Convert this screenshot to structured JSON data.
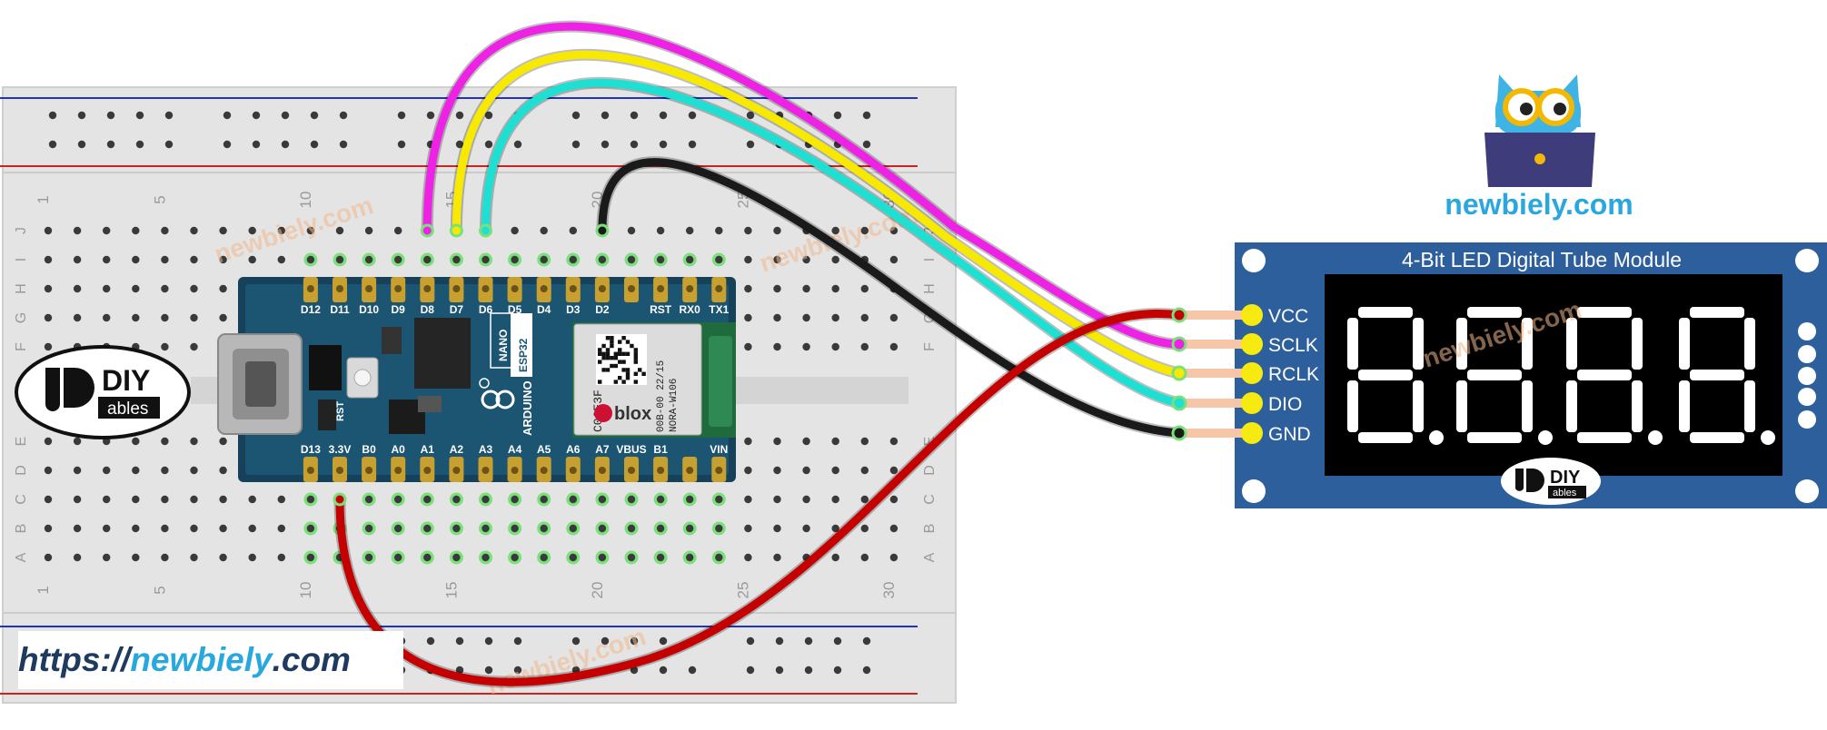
{
  "colors": {
    "wire_red": "#c40000",
    "wire_magenta": "#ee22e4",
    "wire_yellow": "#f7ea00",
    "wire_cyan": "#1ee0d2",
    "wire_black": "#1a1a1a",
    "pin_yellow": "#f6ea10",
    "module_blue": "#2d5f9d",
    "brand_blue": "#29a8e0",
    "url_dark": "#1f3a5f",
    "url_accent": "#29a8e0"
  },
  "breadboard": {
    "row_letters_top": [
      "J",
      "I",
      "H",
      "G",
      "F"
    ],
    "row_letters_bottom": [
      "E",
      "D",
      "C",
      "B",
      "A"
    ],
    "column_numbers": [
      "1",
      "5",
      "10",
      "15",
      "20",
      "25",
      "30"
    ]
  },
  "arduino": {
    "top_pins": [
      "D12",
      "D11",
      "D10",
      "D9",
      "D8",
      "D7",
      "D6",
      "D5",
      "D4",
      "D3",
      "D2",
      "",
      "RST",
      "RX0",
      "TX1"
    ],
    "bottom_pins": [
      "D13",
      "3.3V",
      "B0",
      "A0",
      "A1",
      "A2",
      "A3",
      "A4",
      "A5",
      "A6",
      "A7",
      "VBUS",
      "B1",
      "",
      "VIN"
    ],
    "side_labels": [
      "NANO",
      "ESP32",
      "ARDUINO"
    ],
    "rst_label": "RST",
    "chip_code": "C06E3F",
    "chip_lines": [
      "00B-00 22/15",
      "NORA-W106"
    ],
    "chip_brand": "blox"
  },
  "diy_logo": {
    "line1": "DIY",
    "line2": "ables"
  },
  "module": {
    "title": "4-Bit LED Digital Tube Module",
    "pins": [
      "VCC",
      "SCLK",
      "RCLK",
      "DIO",
      "GND"
    ],
    "logo_line1": "DIY",
    "logo_line2": "ables"
  },
  "brand": {
    "site": "newbiely.com"
  },
  "url": {
    "prefix": "https://",
    "name": "newbiely",
    "suffix": ".com"
  },
  "watermarks": [
    "newbiely.com",
    "newbiely.com",
    "newbiely.com",
    "newbiely.com"
  ]
}
